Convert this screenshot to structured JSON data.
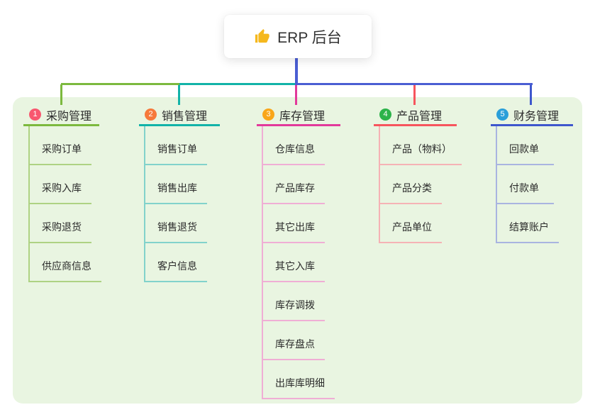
{
  "root": {
    "title": "ERP 后台",
    "icon": "thumbs-up-icon",
    "icon_color": "#f5b81e",
    "background": "#ffffff",
    "text_color": "#333333"
  },
  "panel": {
    "background": "#e9f5e1"
  },
  "connector": {
    "color": "#4a5ed3"
  },
  "branches": [
    {
      "index": "1",
      "label": "采购管理",
      "badge_color": "#f8576f",
      "line_color": "#7cb93e",
      "child_line_color": "#aed283",
      "items": [
        "采购订单",
        "采购入库",
        "采购退货",
        "供应商信息"
      ]
    },
    {
      "index": "2",
      "label": "销售管理",
      "badge_color": "#f6793b",
      "line_color": "#12b3a8",
      "child_line_color": "#82d2cb",
      "items": [
        "销售订单",
        "销售出库",
        "销售退货",
        "客户信息"
      ]
    },
    {
      "index": "3",
      "label": "库存管理",
      "badge_color": "#f9a61a",
      "line_color": "#e2399b",
      "child_line_color": "#f0aed5",
      "items": [
        "仓库信息",
        "产品库存",
        "其它出库",
        "其它入库",
        "库存调拨",
        "库存盘点",
        "出库库明细"
      ]
    },
    {
      "index": "4",
      "label": "产品管理",
      "badge_color": "#2cb34a",
      "line_color": "#f7555d",
      "child_line_color": "#f5b2b5",
      "items": [
        "产品（物料）",
        "产品分类",
        "产品单位"
      ]
    },
    {
      "index": "5",
      "label": "财务管理",
      "badge_color": "#2b9fd9",
      "line_color": "#3e57cd",
      "child_line_color": "#a9b4e0",
      "items": [
        "回款单",
        "付款单",
        "结算账户"
      ]
    }
  ]
}
